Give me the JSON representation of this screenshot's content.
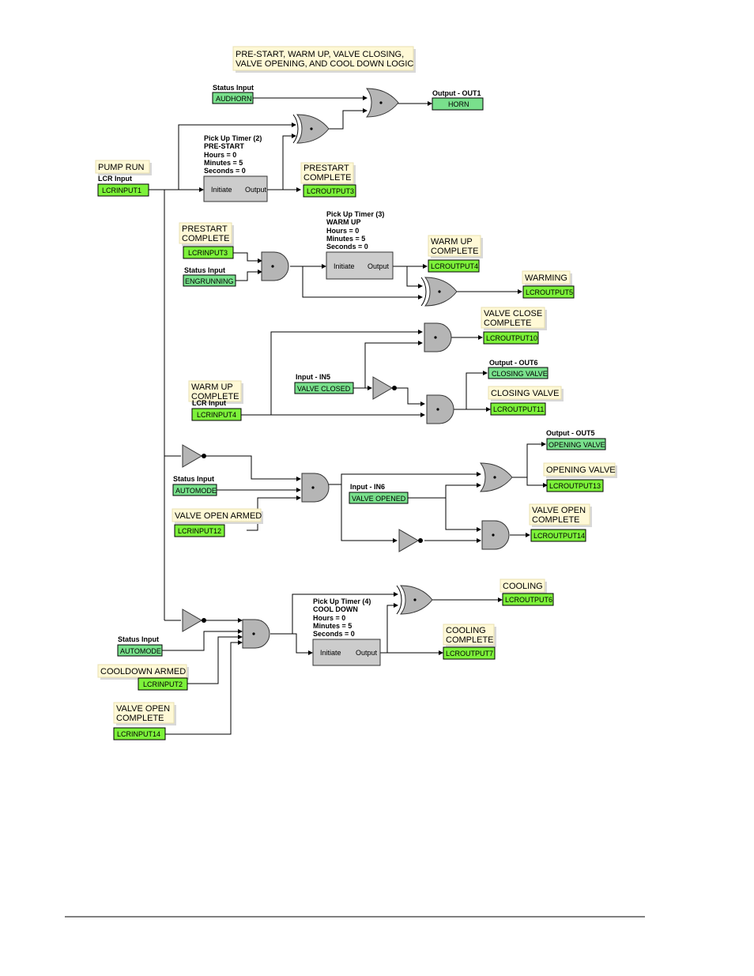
{
  "title": {
    "line1": "PRE-START, WARM UP, VALVE CLOSING,",
    "line2": "VALVE OPENING, AND COOL DOWN LOGIC"
  },
  "captions": {
    "status_input": "Status Input",
    "lcr_input": "LCR Input",
    "output_out1": "Output - OUT1",
    "output_out5": "Output - OUT5",
    "output_out6": "Output - OUT6",
    "input_in5": "Input - IN5",
    "input_in6": "Input - IN6"
  },
  "notes": {
    "pump_run": "PUMP RUN",
    "prestart_complete": [
      "PRESTART",
      "COMPLETE"
    ],
    "prestart_complete_in": [
      "PRESTART",
      "COMPLETE"
    ],
    "warm_up_complete": [
      "WARM UP",
      "COMPLETE"
    ],
    "warming": "WARMING",
    "valve_close_complete": [
      "VALVE CLOSE",
      "COMPLETE"
    ],
    "warm_up_complete_in": [
      "WARM UP",
      "COMPLETE"
    ],
    "closing_valve": "CLOSING VALVE",
    "opening_valve": "OPENING VALVE",
    "valve_open_armed": "VALVE OPEN ARMED",
    "valve_open_complete": [
      "VALVE OPEN",
      "COMPLETE"
    ],
    "cooling": "COOLING",
    "cooling_complete": [
      "COOLING",
      "COMPLETE"
    ],
    "cooldown_armed": "COOLDOWN ARMED",
    "valve_open_complete_in": [
      "VALVE OPEN",
      "COMPLETE"
    ]
  },
  "io": {
    "audhorn": "AUDHORN",
    "horn": "HORN",
    "lcrinput1": "LCRINPUT1",
    "lcroutput3": "LCROUTPUT3",
    "lcrinput3": "LCRINPUT3",
    "engrunning": "ENGRUNNING",
    "lcroutput4": "LCROUTPUT4",
    "lcroutput5": "LCROUTPUT5",
    "lcroutput10": "LCROUTPUT10",
    "valve_closed": "VALVE CLOSED",
    "closing_valve_out": "CLOSING VALVE",
    "lcrinput4": "LCRINPUT4",
    "lcroutput11": "LCROUTPUT11",
    "opening_valve_out": "OPENING VALVE",
    "automode1": "AUTOMODE",
    "valve_opened": "VALVE OPENED",
    "lcroutput13": "LCROUTPUT13",
    "lcrinput12": "LCRINPUT12",
    "lcroutput14": "LCROUTPUT14",
    "lcroutput6": "LCROUTPUT6",
    "automode2": "AUTOMODE",
    "lcroutput7": "LCROUTPUT7",
    "lcrinput2": "LCRINPUT2",
    "lcrinput14": "LCRINPUT14"
  },
  "timers": {
    "t2": {
      "name": "Pick Up Timer (2)",
      "label": "PRE-START",
      "hours": "Hours = 0",
      "minutes": "Minutes = 5",
      "seconds": "Seconds = 0",
      "initiate": "Initiate",
      "output": "Output"
    },
    "t3": {
      "name": "Pick Up Timer (3)",
      "label": "WARM UP",
      "hours": "Hours = 0",
      "minutes": "Minutes = 5",
      "seconds": "Seconds = 0",
      "initiate": "Initiate",
      "output": "Output"
    },
    "t4": {
      "name": "Pick Up Timer (4)",
      "label": "COOL DOWN",
      "hours": "Hours = 0",
      "minutes": "Minutes = 5",
      "seconds": "Seconds = 0",
      "initiate": "Initiate",
      "output": "Output"
    }
  },
  "colors": {
    "lcr_io": "#7df23a",
    "status_io": "#79e08c",
    "gate": "#b5b5b5",
    "note": "#fff9d6",
    "timer": "#cccccc"
  }
}
